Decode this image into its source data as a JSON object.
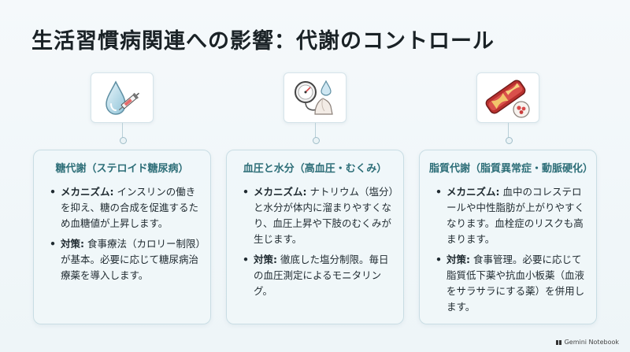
{
  "title": "生活習慣病関連への影響：代謝のコントロール",
  "columns": [
    {
      "icon": "water-drop-syringe-icon",
      "heading": "糖代謝（ステロイド糖尿病）",
      "mechanism_label": "メカニズム:",
      "mechanism_text": "インスリンの働きを抑え、糖の合成を促進するため血糖値が上昇します。",
      "measure_label": "対策:",
      "measure_text": "食事療法（カロリー制限）が基本。必要に応じて糖尿病治療薬を導入します。"
    },
    {
      "icon": "blood-pressure-gauge-icon",
      "heading": "血圧と水分（高血圧・むくみ）",
      "mechanism_label": "メカニズム:",
      "mechanism_text": "ナトリウム（塩分）と水分が体内に溜まりやすくなり、血圧上昇や下肢のむくみが生じます。",
      "measure_label": "対策:",
      "measure_text": "徹底した塩分制限。毎日の血圧測定によるモニタリング。"
    },
    {
      "icon": "blood-vessel-plaque-icon",
      "heading": "脂質代謝（脂質異常症・動脈硬化）",
      "mechanism_label": "メカニズム:",
      "mechanism_text": "血中のコレステロールや中性脂肪が上がりやすくなります。血栓症のリスクも高まります。",
      "measure_label": "対策:",
      "measure_text": "食事管理。必要に応じて脂質低下薬や抗血小板薬（血液をサラサラにする薬）を併用します。"
    }
  ],
  "footer": {
    "brand": "Gemini Notebook"
  }
}
